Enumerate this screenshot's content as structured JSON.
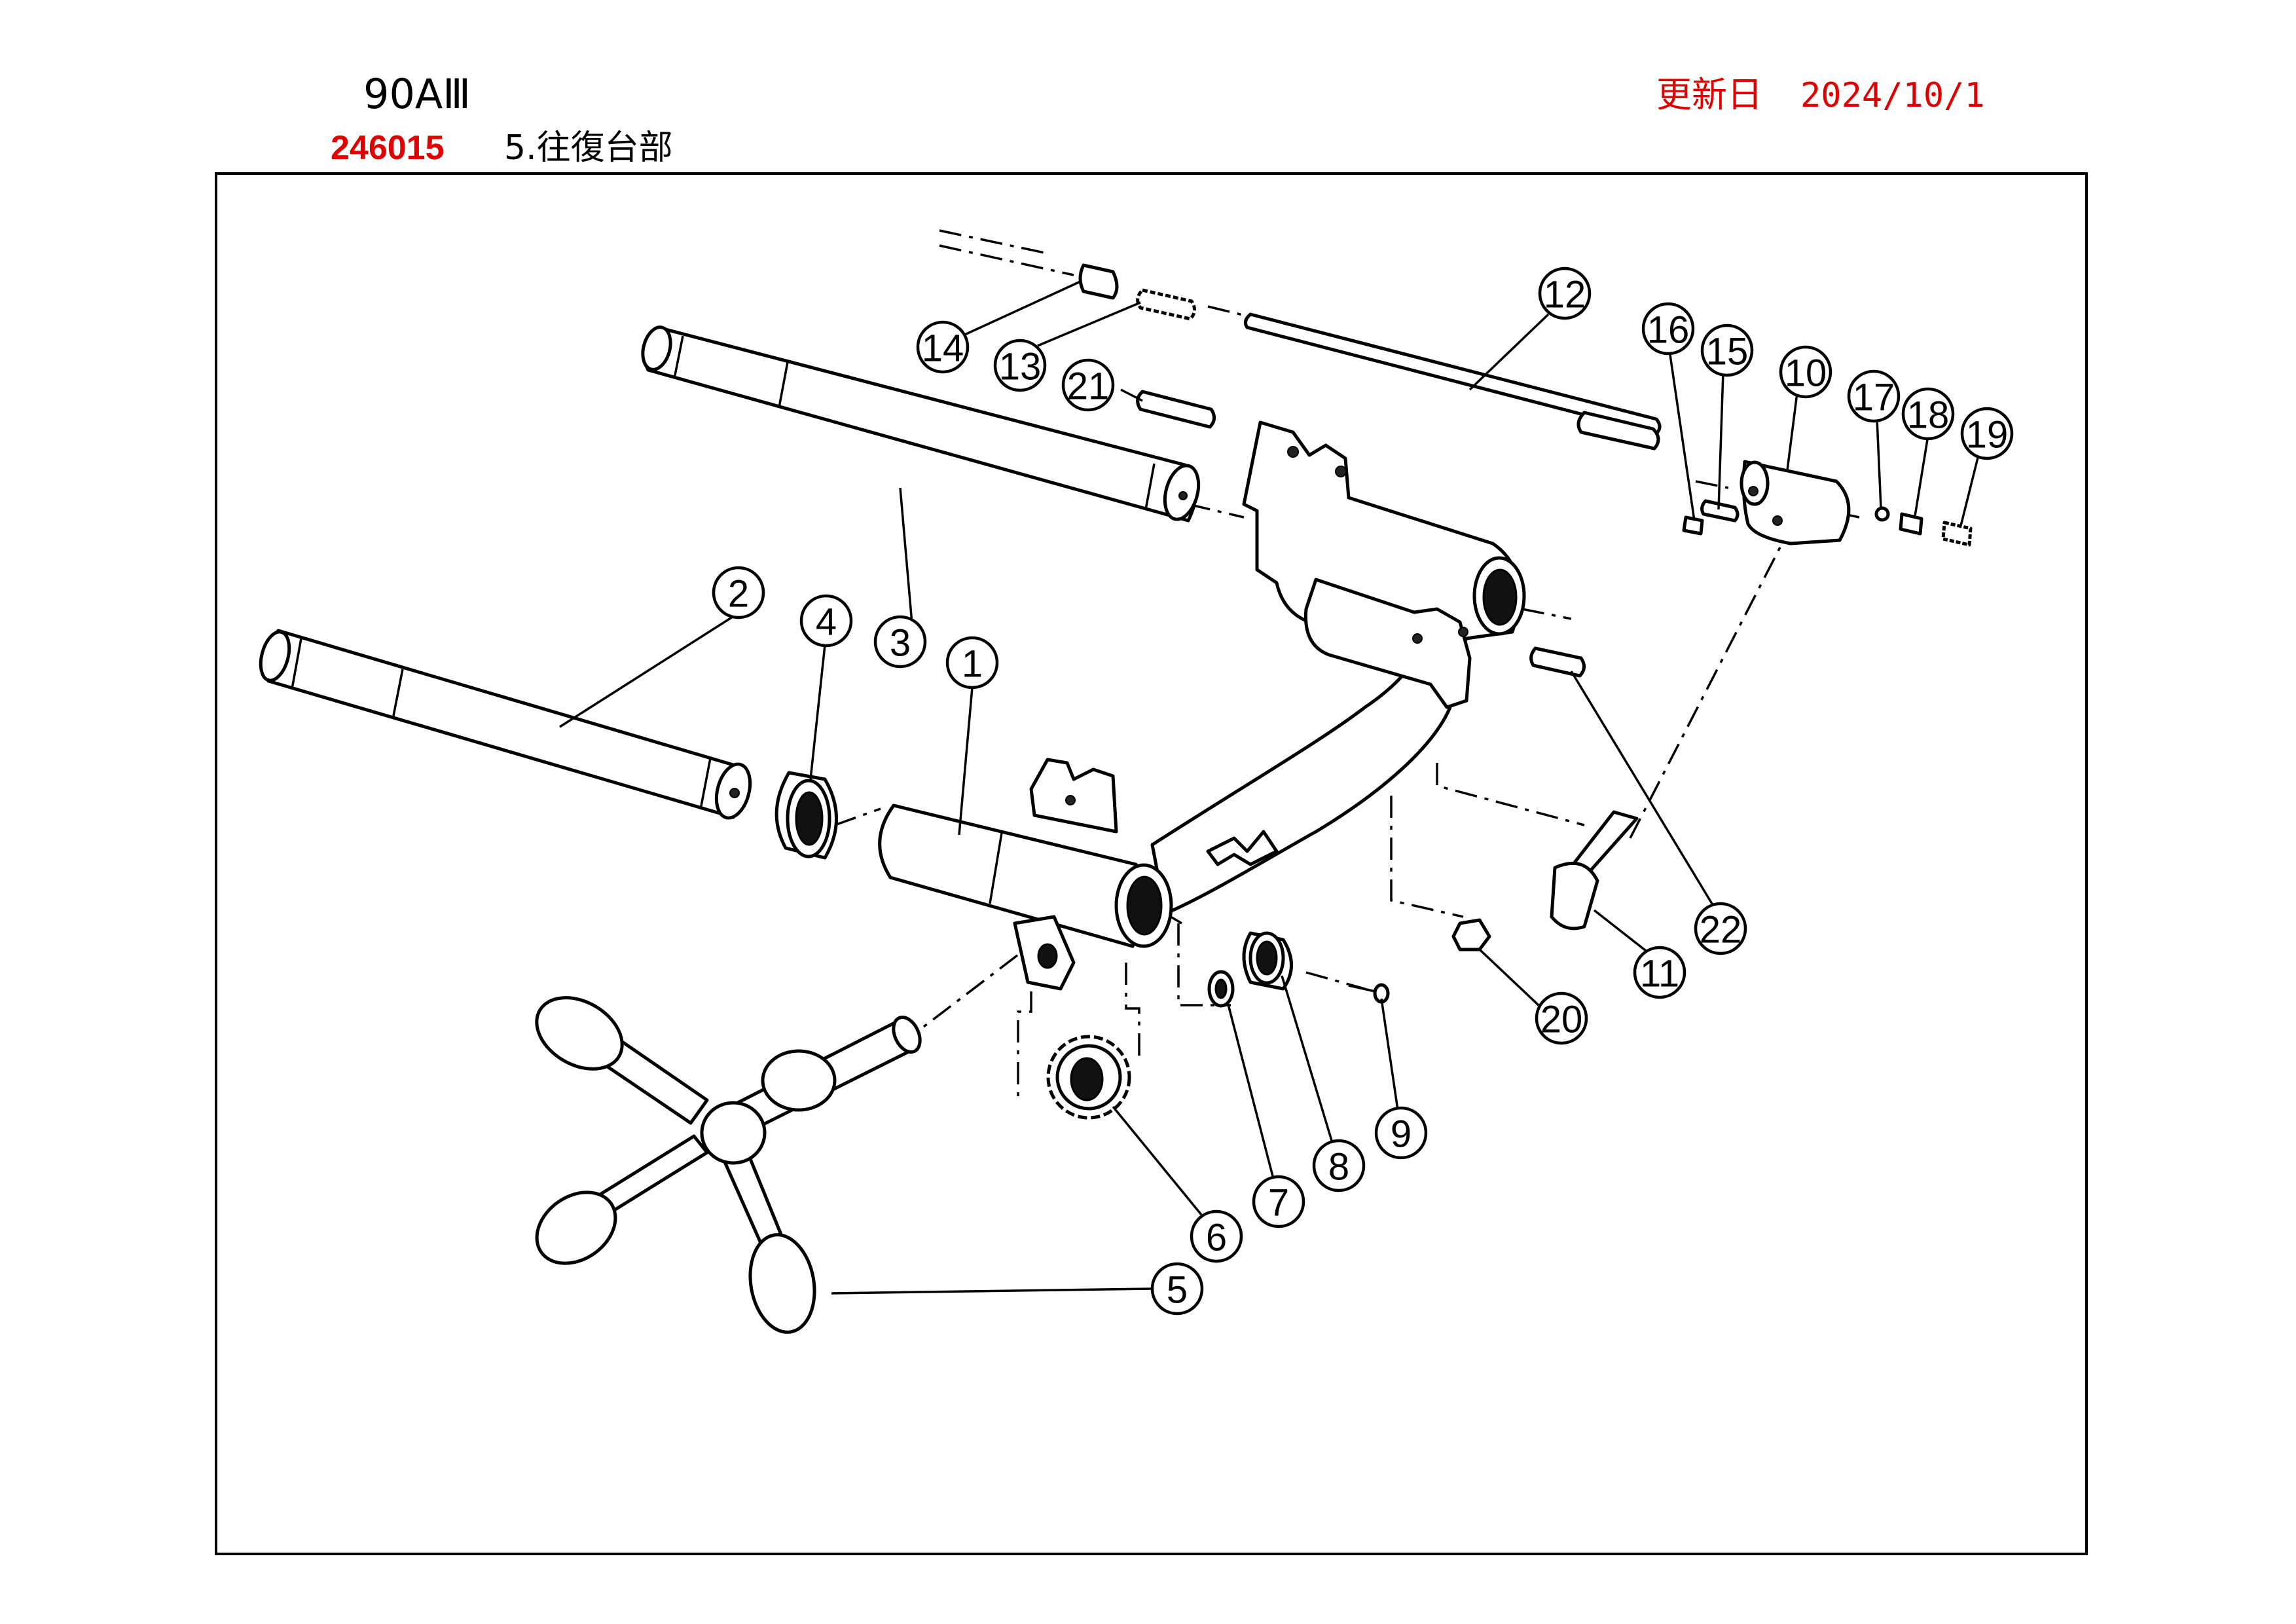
{
  "header": {
    "model": "90AⅢ",
    "updated_label": "更新日",
    "updated_date": "2024/10/1",
    "part_code": "246015",
    "section_title": "5.往復台部"
  },
  "colors": {
    "accent_red": "#e00000",
    "line": "#000000"
  },
  "callouts": [
    {
      "id": "c1",
      "label": "1"
    },
    {
      "id": "c2",
      "label": "2"
    },
    {
      "id": "c3",
      "label": "3"
    },
    {
      "id": "c4",
      "label": "4"
    },
    {
      "id": "c5",
      "label": "5"
    },
    {
      "id": "c6",
      "label": "6"
    },
    {
      "id": "c7",
      "label": "7"
    },
    {
      "id": "c8",
      "label": "8"
    },
    {
      "id": "c9",
      "label": "9"
    },
    {
      "id": "c10",
      "label": "10"
    },
    {
      "id": "c11",
      "label": "11"
    },
    {
      "id": "c12",
      "label": "12"
    },
    {
      "id": "c13",
      "label": "13"
    },
    {
      "id": "c14",
      "label": "14"
    },
    {
      "id": "c15",
      "label": "15"
    },
    {
      "id": "c16",
      "label": "16"
    },
    {
      "id": "c17",
      "label": "17"
    },
    {
      "id": "c18",
      "label": "18"
    },
    {
      "id": "c19",
      "label": "19"
    },
    {
      "id": "c20",
      "label": "20"
    },
    {
      "id": "c21",
      "label": "21"
    },
    {
      "id": "c22",
      "label": "22"
    }
  ]
}
